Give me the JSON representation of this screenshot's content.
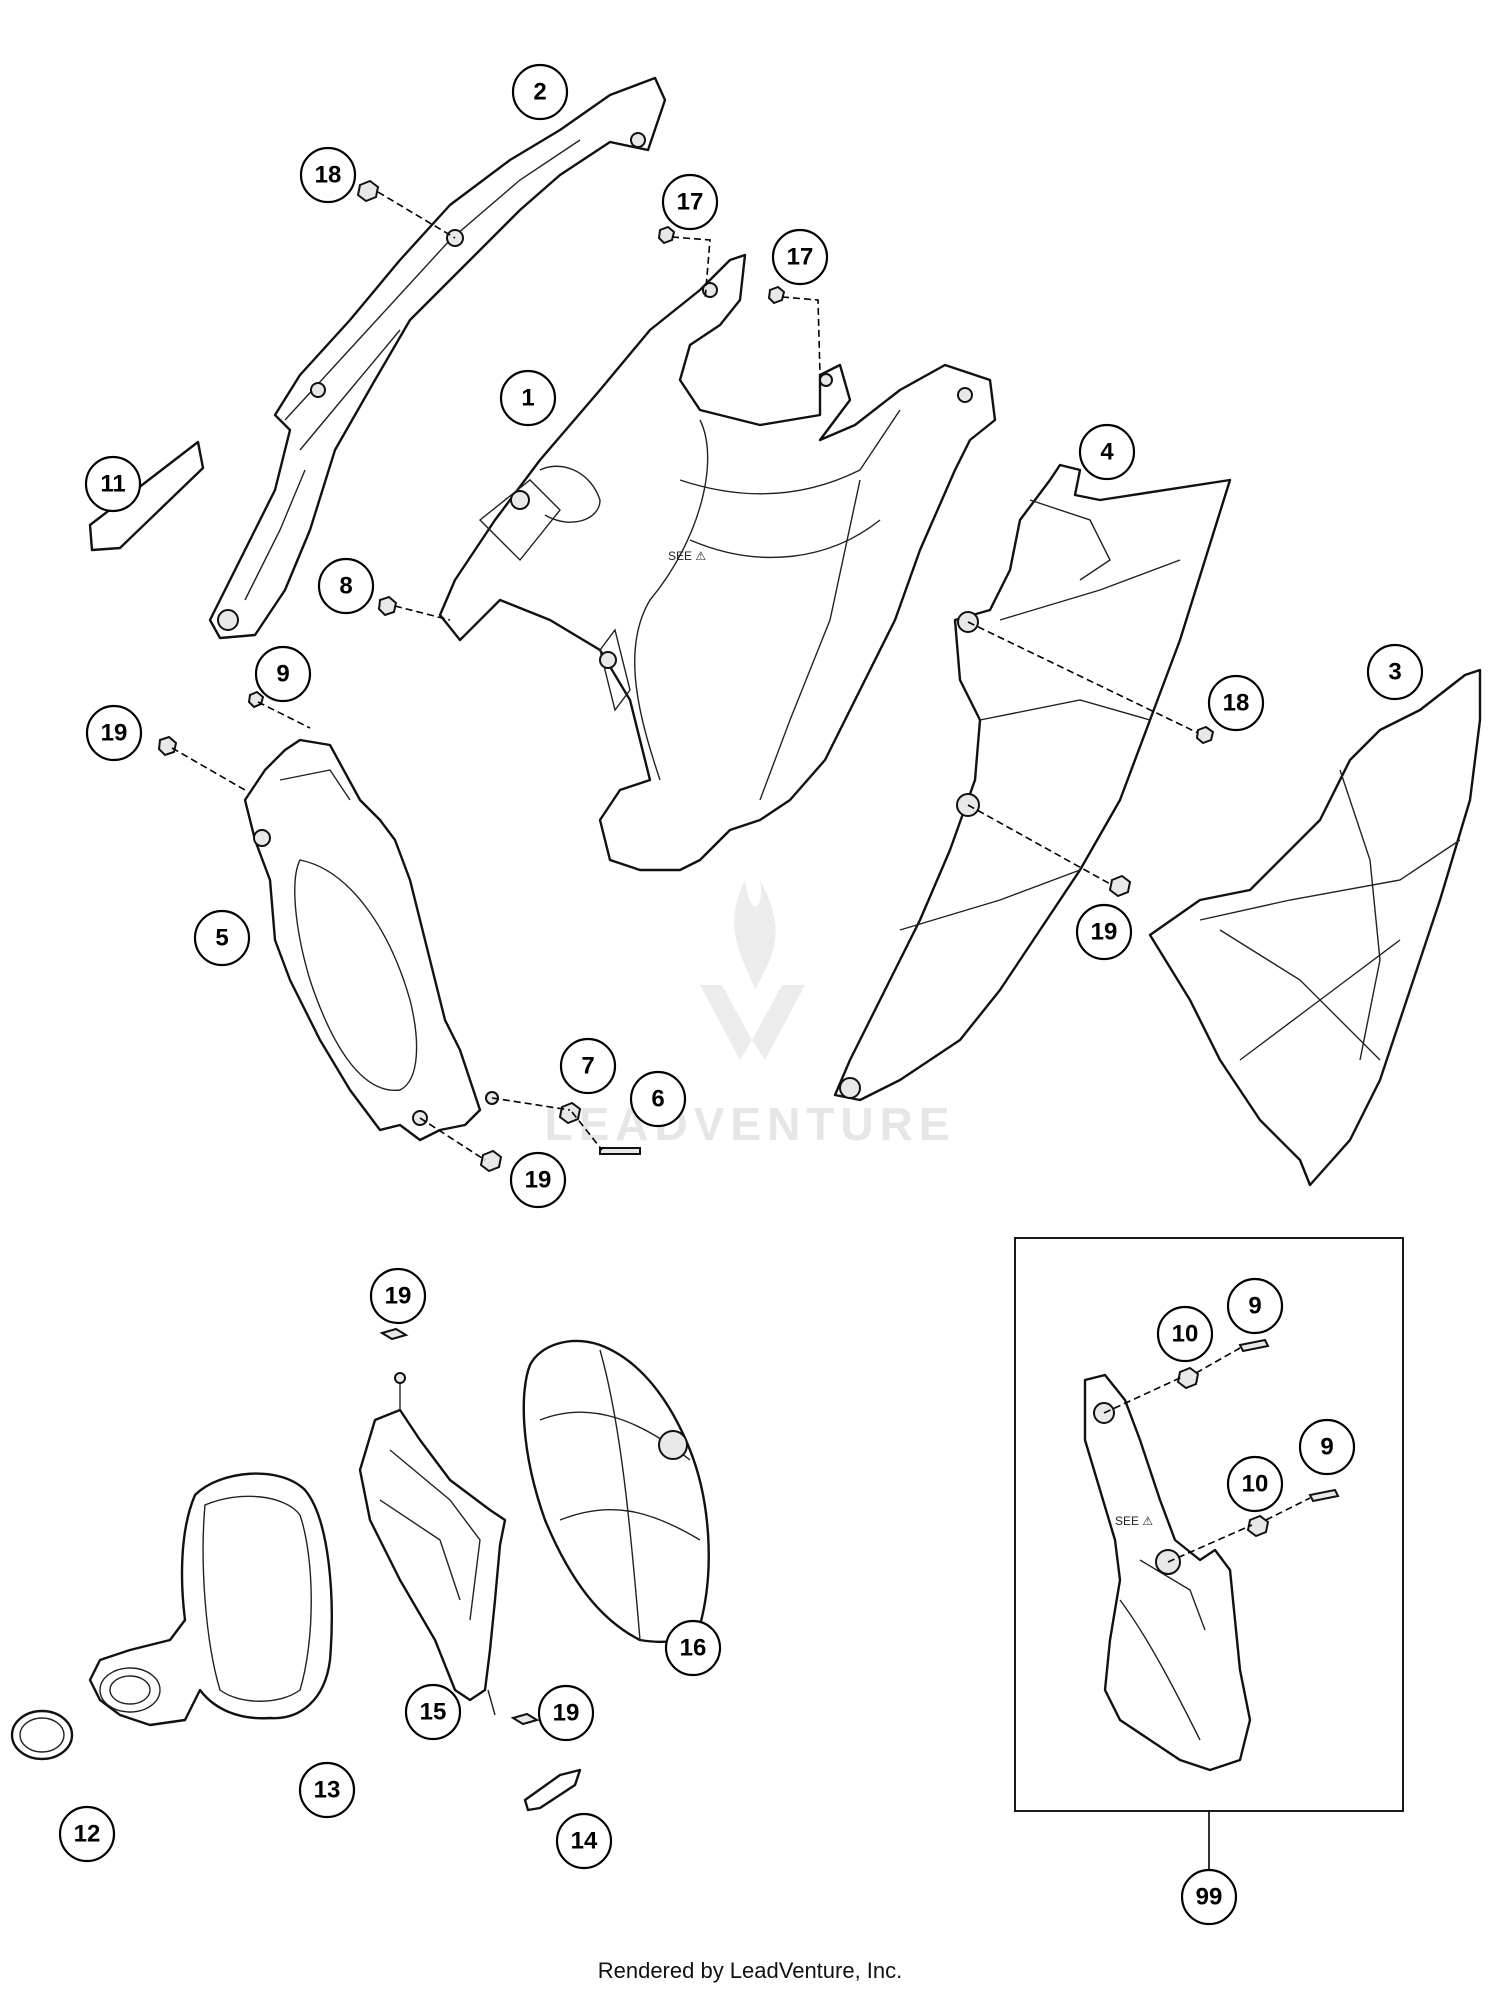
{
  "watermark": {
    "text": "LEADVENTURE"
  },
  "footer": {
    "text": "Rendered by LeadVenture, Inc."
  },
  "callouts": [
    {
      "id": "c-2",
      "label": "2"
    },
    {
      "id": "c-18a",
      "label": "18"
    },
    {
      "id": "c-17a",
      "label": "17"
    },
    {
      "id": "c-17b",
      "label": "17"
    },
    {
      "id": "c-1",
      "label": "1"
    },
    {
      "id": "c-4",
      "label": "4"
    },
    {
      "id": "c-11",
      "label": "11"
    },
    {
      "id": "c-8",
      "label": "8"
    },
    {
      "id": "c-9a",
      "label": "9"
    },
    {
      "id": "c-19a",
      "label": "19"
    },
    {
      "id": "c-18b",
      "label": "18"
    },
    {
      "id": "c-3",
      "label": "3"
    },
    {
      "id": "c-5",
      "label": "5"
    },
    {
      "id": "c-19b",
      "label": "19"
    },
    {
      "id": "c-7",
      "label": "7"
    },
    {
      "id": "c-6",
      "label": "6"
    },
    {
      "id": "c-19c",
      "label": "19"
    },
    {
      "id": "c-19d",
      "label": "19"
    },
    {
      "id": "c-10a",
      "label": "10"
    },
    {
      "id": "c-9b",
      "label": "9"
    },
    {
      "id": "c-10b",
      "label": "10"
    },
    {
      "id": "c-9c",
      "label": "9"
    },
    {
      "id": "c-16",
      "label": "16"
    },
    {
      "id": "c-15",
      "label": "15"
    },
    {
      "id": "c-19e",
      "label": "19"
    },
    {
      "id": "c-13",
      "label": "13"
    },
    {
      "id": "c-12",
      "label": "12"
    },
    {
      "id": "c-14",
      "label": "14"
    },
    {
      "id": "c-99",
      "label": "99"
    }
  ]
}
